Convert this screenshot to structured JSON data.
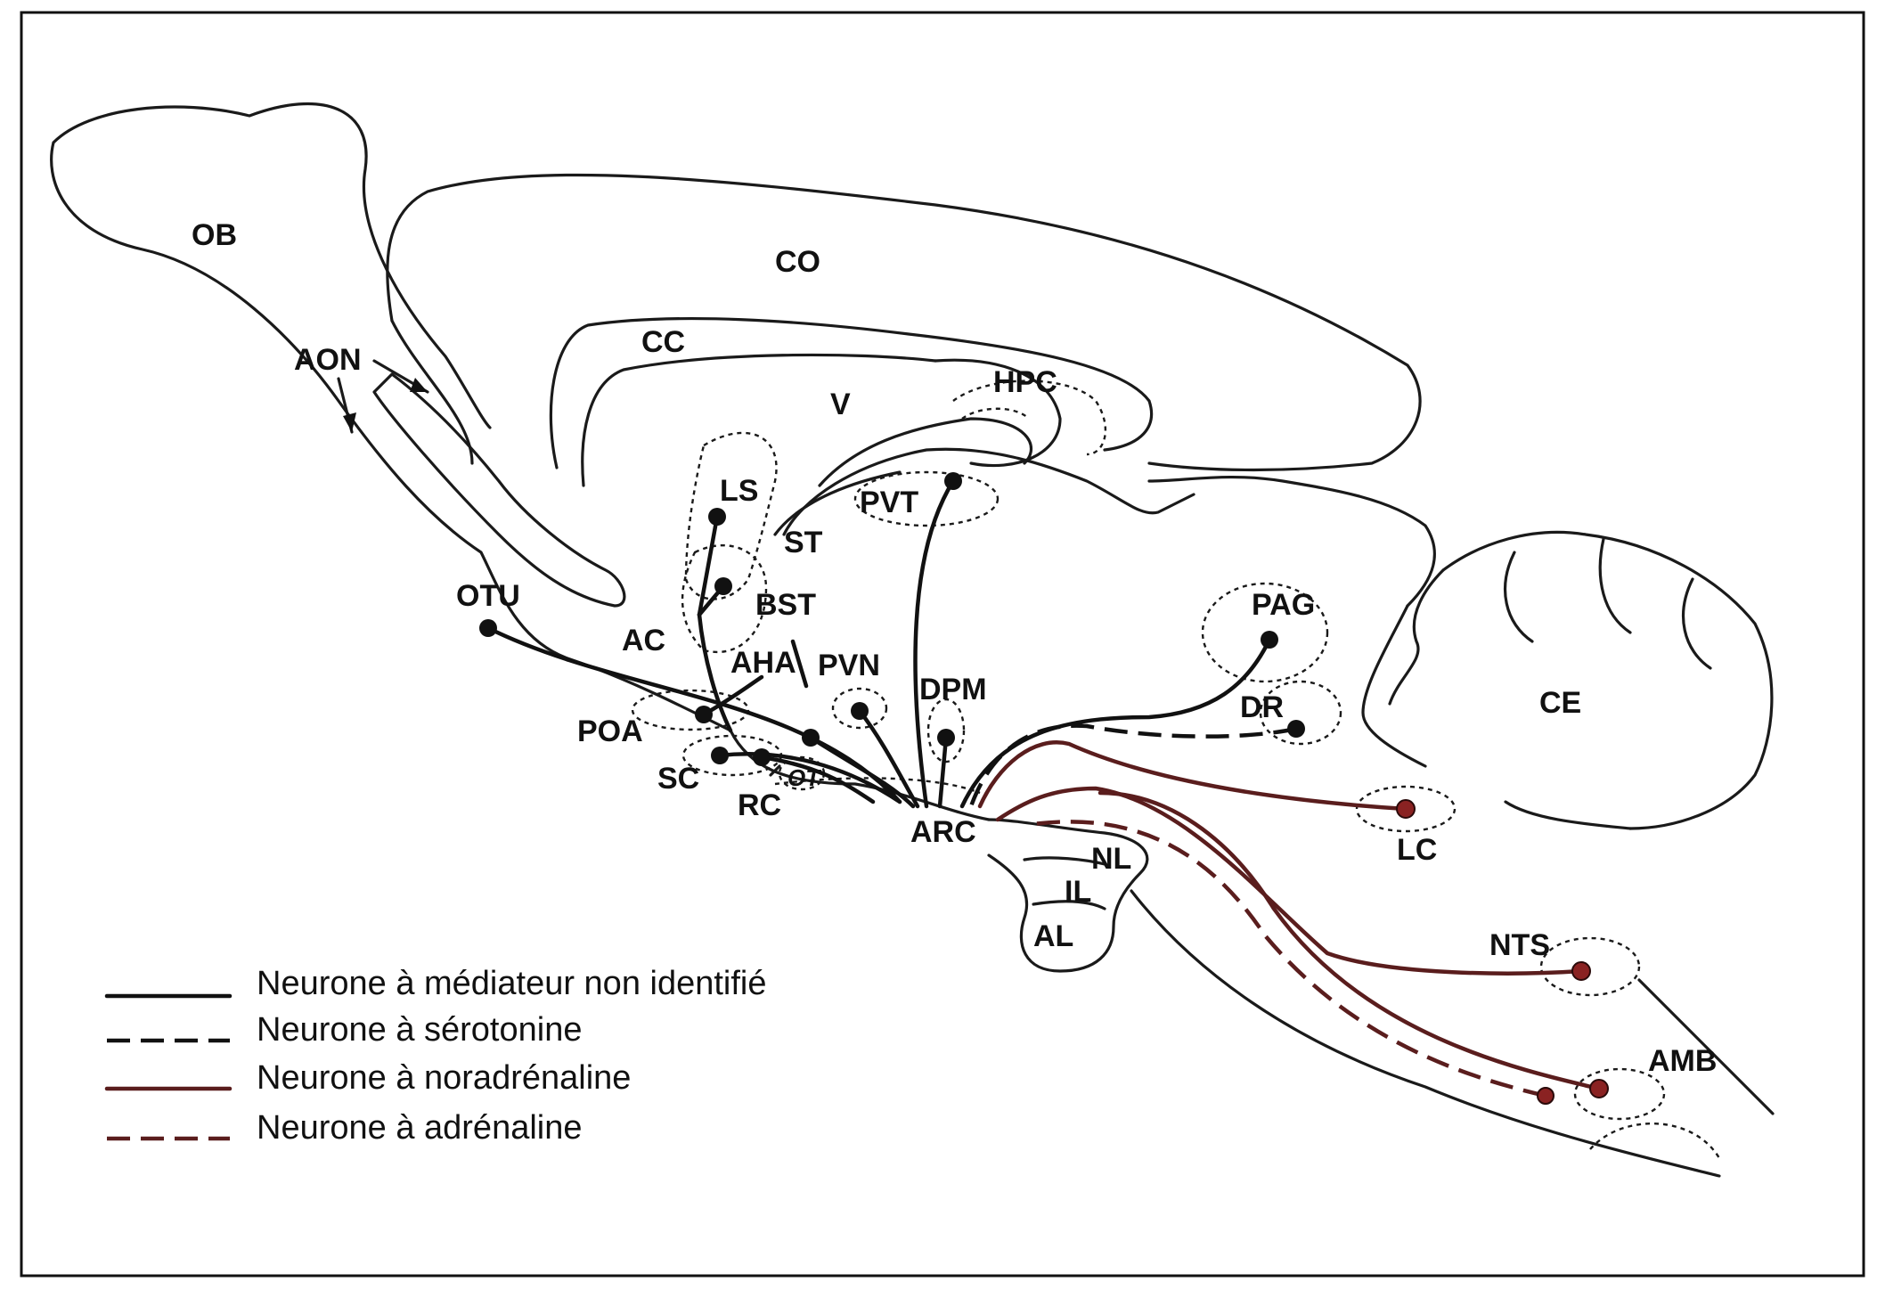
{
  "labels": {
    "OB": "OB",
    "CO": "CO",
    "AON": "AON",
    "CC": "CC",
    "V": "V",
    "HPC": "HPC",
    "LS": "LS",
    "ST": "ST",
    "PVT": "PVT",
    "BST": "BST",
    "OTU": "OTU",
    "AC": "AC",
    "AHA": "AHA",
    "PVN": "PVN",
    "DPM": "DPM",
    "POA": "POA",
    "SC": "SC",
    "RC": "RC",
    "OT": "OT",
    "ARC": "ARC",
    "NL": "NL",
    "IL": "IL",
    "AL": "AL",
    "PAG": "PAG",
    "DR": "DR",
    "CE": "CE",
    "LC": "LC",
    "NTS": "NTS",
    "AMB": "AMB"
  },
  "legend": [
    {
      "text": "Neurone à médiateur non identifié",
      "style": "solid",
      "color": "#111111"
    },
    {
      "text": "Neurone à sérotonine",
      "style": "dashed",
      "color": "#111111"
    },
    {
      "text": "Neurone à noradrénaline",
      "style": "solid",
      "color": "#5a1d1d"
    },
    {
      "text": "Neurone à adrénaline",
      "style": "dashed",
      "color": "#5a1d1d"
    }
  ]
}
